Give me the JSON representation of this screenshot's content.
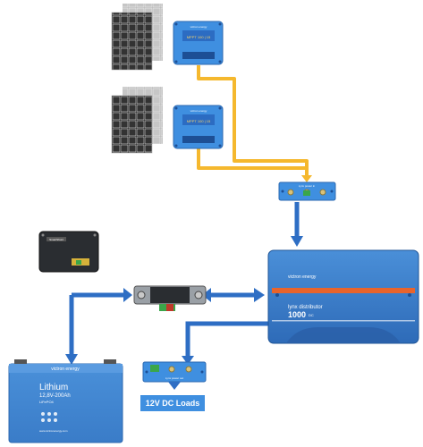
{
  "mppt_1": {
    "model": "MPPT 100 | 15",
    "brand": "victron energy"
  },
  "mppt_2": {
    "model": "MPPT 100 | 15",
    "brand": "victron energy"
  },
  "smartshunt": {
    "label": "SmartShunt"
  },
  "busbar_top": {
    "label": "Lynx power in"
  },
  "busbar_bottom": {
    "label": "Lynx power out"
  },
  "battery": {
    "brand": "victron energy",
    "chemistry": "Lithium",
    "spec": "12,8V-200Ah",
    "type": "LiFePO4",
    "website": "www.victronenergy.com"
  },
  "lynx": {
    "brand": "victron energy",
    "name": "lynx distributor",
    "rating": "1000",
    "unit": "DC"
  },
  "loads": {
    "label": "12V DC Loads"
  },
  "colors": {
    "solar_cable": "#f5b82e",
    "dc_arrow": "#2e6ec4",
    "device_blue": "#3f8fe0"
  }
}
